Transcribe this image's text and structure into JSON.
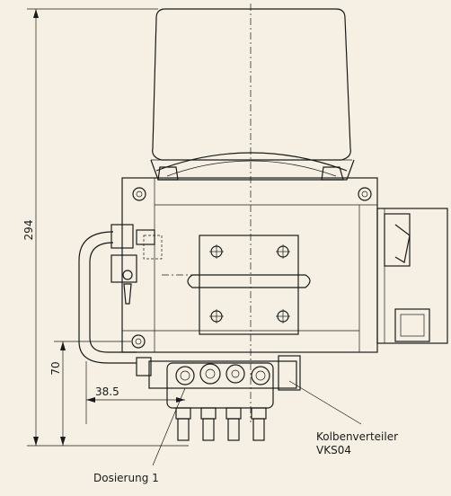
{
  "dimensions": {
    "overall_height": "294",
    "distributor_height": "70",
    "dosing_offset": "38.5"
  },
  "labels": {
    "distributor_line1": "Kolbenverteiler",
    "distributor_line2": "VKS04",
    "dosing": "Dosierung 1"
  },
  "colors": {
    "background": "#f5f0e3",
    "line": "#1a1a1a"
  }
}
